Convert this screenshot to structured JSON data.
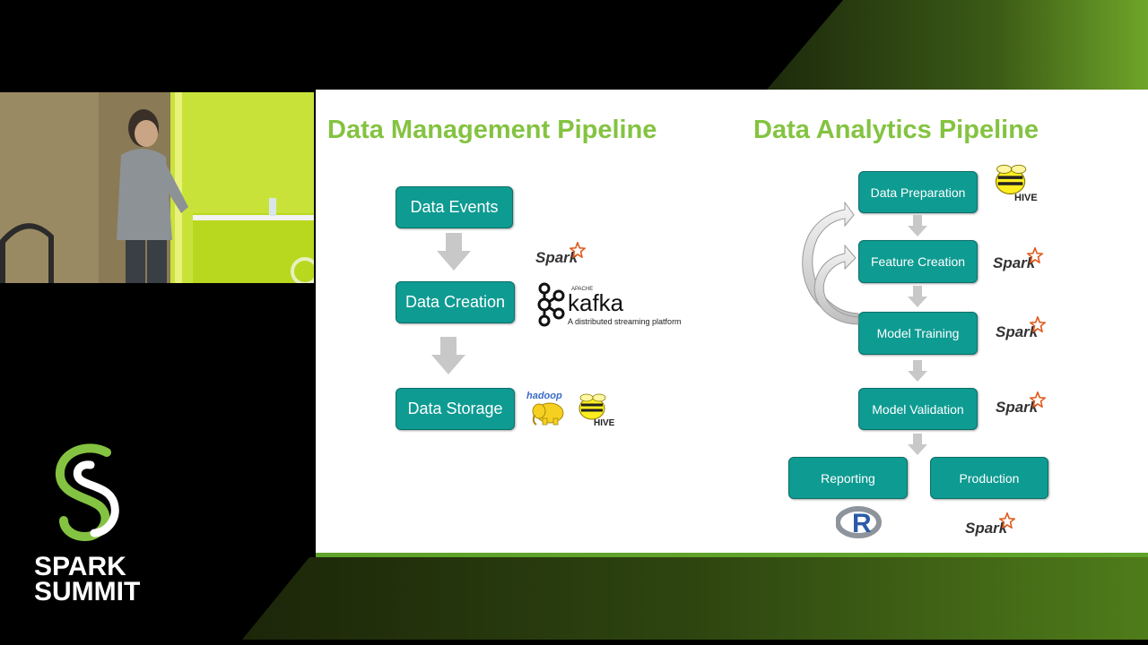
{
  "slide": {
    "left_title": "Data Management Pipeline",
    "right_title": "Data Analytics Pipeline",
    "management_steps": [
      "Data Events",
      "Data Creation",
      "Data Storage"
    ],
    "analytics_steps": [
      "Data Preparation",
      "Feature Creation",
      "Model Training",
      "Model Validation"
    ],
    "analytics_outputs": [
      "Reporting",
      "Production"
    ],
    "logos": {
      "spark": "Spark",
      "kafka": "kafka",
      "kafka_apache": "APACHE",
      "kafka_tagline": "A distributed streaming platform",
      "hadoop": "hadoop",
      "hive": "HIVE",
      "r": "R"
    }
  },
  "brand": {
    "line1": "SPARK",
    "line2": "SUMMIT"
  },
  "colors": {
    "title_green": "#84c341",
    "box_teal": "#0e9b92",
    "brand_green": "#84c341"
  }
}
